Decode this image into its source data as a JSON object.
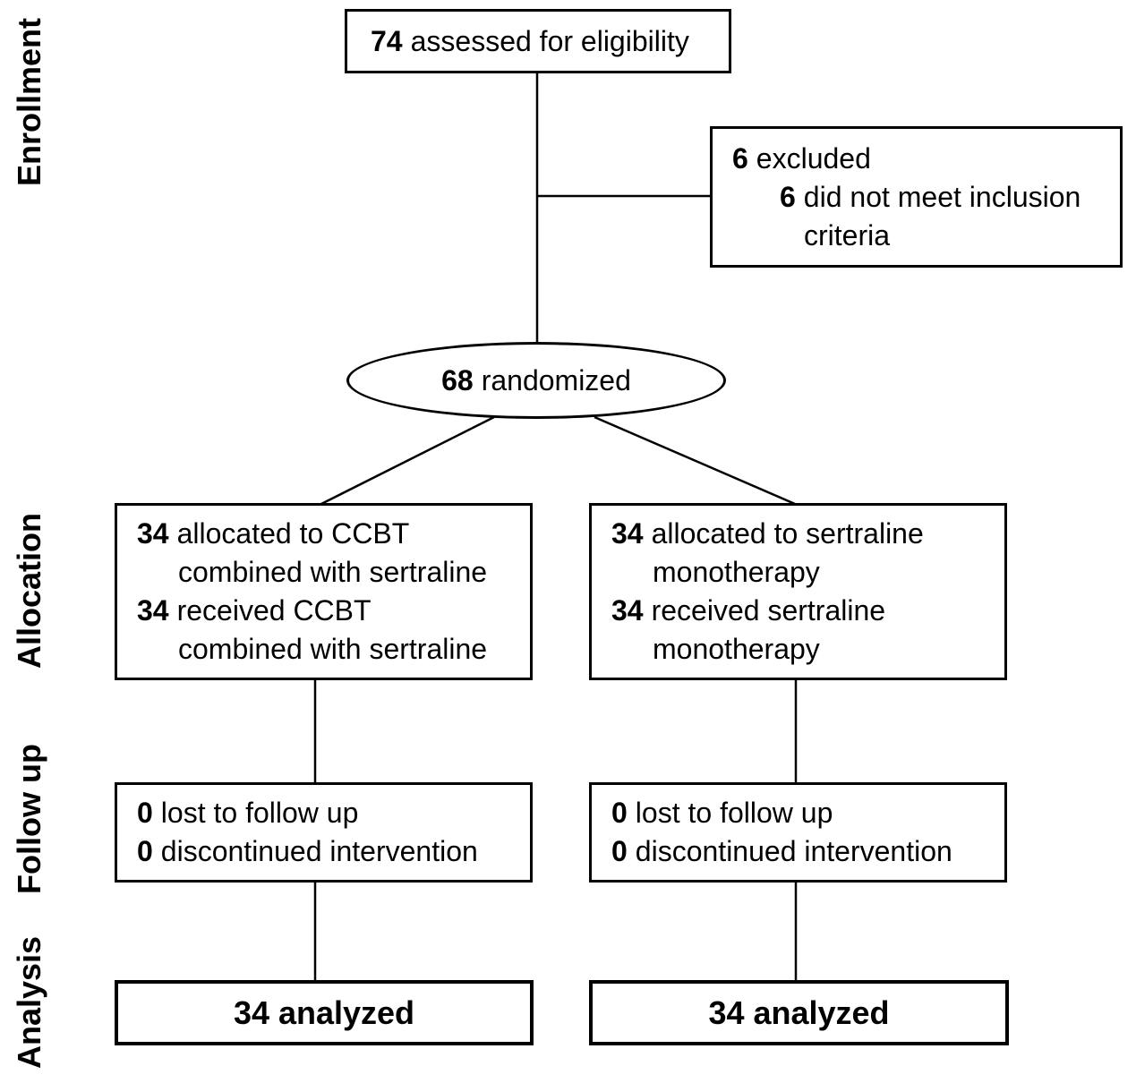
{
  "stage_labels": {
    "enrollment": "Enrollment",
    "allocation": "Allocation",
    "follow_up": "Follow up",
    "analysis": "Analysis"
  },
  "enrollment": {
    "assessed": {
      "num": "74",
      "text": "assessed for eligibility"
    },
    "excluded": {
      "num": "6",
      "text": "excluded",
      "reason": {
        "num": "6",
        "line1": "did not meet inclusion",
        "line2": "criteria"
      }
    },
    "randomized": {
      "num": "68",
      "text": "randomized"
    }
  },
  "allocation": {
    "left": {
      "entries": [
        {
          "num": "34",
          "line1": "allocated to CCBT",
          "line2": "combined with sertraline"
        },
        {
          "num": "34",
          "line1": "received CCBT",
          "line2": "combined with sertraline"
        }
      ]
    },
    "right": {
      "entries": [
        {
          "num": "34",
          "line1": "allocated to sertraline",
          "line2": "monotherapy"
        },
        {
          "num": "34",
          "line1": "received sertraline",
          "line2": "monotherapy"
        }
      ]
    }
  },
  "follow_up": {
    "left": {
      "entries": [
        {
          "num": "0",
          "text": "lost to follow up"
        },
        {
          "num": "0",
          "text": "discontinued intervention"
        }
      ]
    },
    "right": {
      "entries": [
        {
          "num": "0",
          "text": "lost to follow up"
        },
        {
          "num": "0",
          "text": "discontinued intervention"
        }
      ]
    }
  },
  "analysis": {
    "left": {
      "label": "34 analyzed"
    },
    "right": {
      "label": "34 analyzed"
    }
  },
  "colors": {
    "line": "#000000",
    "background": "#ffffff",
    "text": "#000000"
  }
}
